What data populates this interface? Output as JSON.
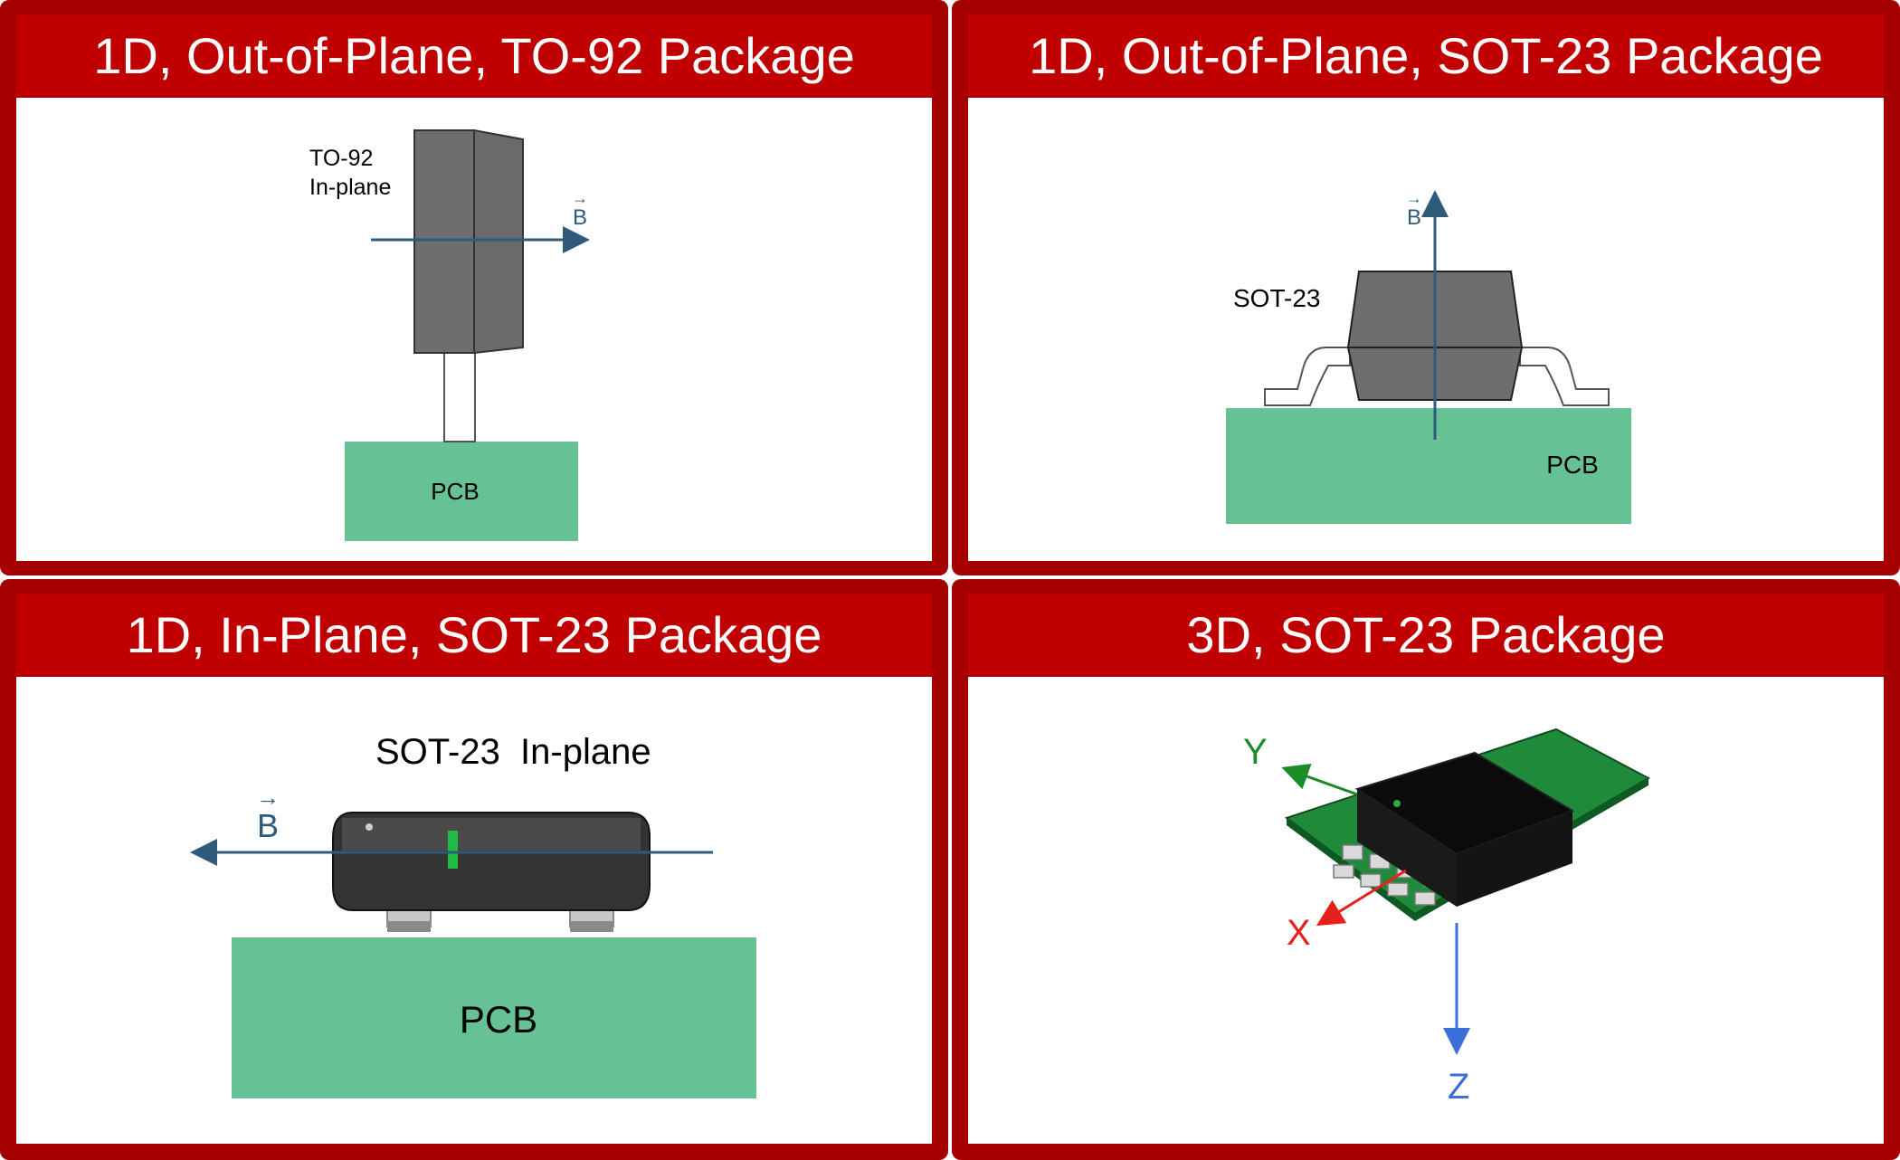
{
  "panels": {
    "p1": {
      "title": "1D, Out-of-Plane, TO-92 Package",
      "package_label_line1": "TO-92",
      "package_label_line2": "In-plane",
      "field_label": "B",
      "pcb_label": "PCB"
    },
    "p2": {
      "title": "1D, Out-of-Plane, SOT-23 Package",
      "package_label": "SOT-23",
      "field_label": "B",
      "pcb_label": "PCB"
    },
    "p3": {
      "title": "1D, In-Plane, SOT-23 Package",
      "package_label": "SOT-23  In-plane",
      "field_label": "B",
      "pcb_label": "PCB"
    },
    "p4": {
      "title": "3D, SOT-23 Package",
      "axis_x": "X",
      "axis_y": "Y",
      "axis_z": "Z"
    }
  },
  "colors": {
    "frame": "#a50000",
    "title_bar": "#c00000",
    "pcb_green": "#66c295",
    "arrow_blue": "#2f5a7a",
    "package_gray": "#6e6e6e",
    "axis_x": "#e8201c",
    "axis_y": "#1c8c2a",
    "axis_z": "#3a6fd8"
  }
}
